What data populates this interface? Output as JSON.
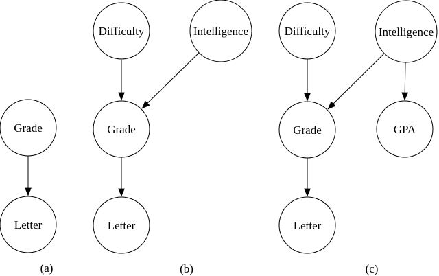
{
  "figure": {
    "background_color": "#ffffff",
    "node_fill_color": "#ffffff",
    "node_stroke_color": "#000000",
    "text_color": "#000000",
    "diagrams": [
      {
        "label": "(a)",
        "nodes": [
          {
            "id": "grade",
            "label": "Grade"
          },
          {
            "id": "letter",
            "label": "Letter"
          }
        ],
        "edges": [
          {
            "from": "Grade",
            "to": "Letter"
          }
        ]
      },
      {
        "label": "(b)",
        "nodes": [
          {
            "id": "difficulty",
            "label": "Difficulty"
          },
          {
            "id": "intelligence",
            "label": "Intelligence"
          },
          {
            "id": "grade",
            "label": "Grade"
          },
          {
            "id": "letter",
            "label": "Letter"
          }
        ],
        "edges": [
          {
            "from": "Difficulty",
            "to": "Grade"
          },
          {
            "from": "Intelligence",
            "to": "Grade"
          },
          {
            "from": "Grade",
            "to": "Letter"
          }
        ]
      },
      {
        "label": "(c)",
        "nodes": [
          {
            "id": "difficulty",
            "label": "Difficulty"
          },
          {
            "id": "intelligence",
            "label": "Intelligence"
          },
          {
            "id": "grade",
            "label": "Grade"
          },
          {
            "id": "gpa",
            "label": "GPA"
          },
          {
            "id": "letter",
            "label": "Letter"
          }
        ],
        "edges": [
          {
            "from": "Difficulty",
            "to": "Grade"
          },
          {
            "from": "Intelligence",
            "to": "Grade"
          },
          {
            "from": "Intelligence",
            "to": "GPA"
          },
          {
            "from": "Grade",
            "to": "Letter"
          }
        ]
      }
    ]
  }
}
